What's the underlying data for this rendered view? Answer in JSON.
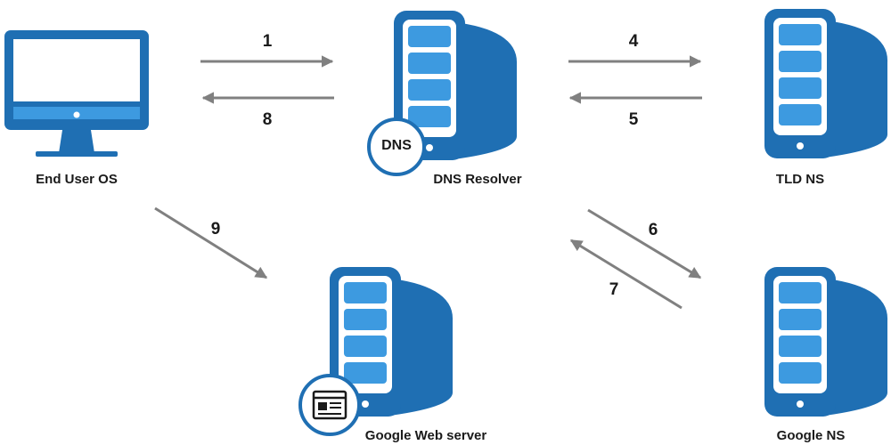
{
  "nodes": {
    "end_user": {
      "label": "End User OS"
    },
    "resolver": {
      "label": "DNS Resolver",
      "badge": "DNS"
    },
    "tld": {
      "label": "TLD NS"
    },
    "google_ns": {
      "label": "Google NS"
    },
    "web_server": {
      "label": "Google Web server"
    }
  },
  "steps": {
    "s1": "1",
    "s4": "4",
    "s5": "5",
    "s6": "6",
    "s7": "7",
    "s8": "8",
    "s9": "9"
  },
  "colors": {
    "blue": "#1f6fb3",
    "light_blue": "#3d9ae0",
    "arrow": "#808080",
    "text": "#1a1a1a"
  }
}
